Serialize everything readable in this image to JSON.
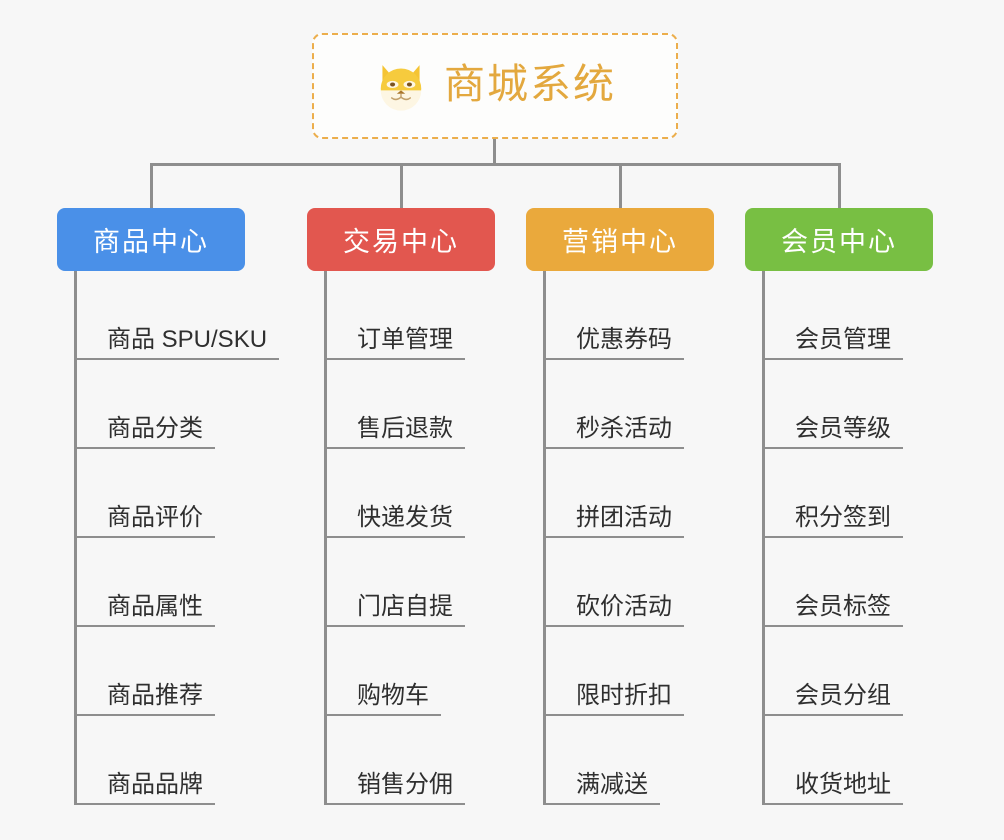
{
  "page": {
    "background_color": "#f7f7f7",
    "line_color": "#8e8e8e"
  },
  "root": {
    "title": "商城系统",
    "emoji_name": "shiba-dog-face-emoji",
    "text_color": "#e3a83e",
    "border_color": "#ecae4c",
    "background_color": "#fdfdfc"
  },
  "categories": [
    {
      "label": "商品中心",
      "color": "#4a90e8",
      "items": [
        "商品 SPU/SKU",
        "商品分类",
        "商品评价",
        "商品属性",
        "商品推荐",
        "商品品牌"
      ]
    },
    {
      "label": "交易中心",
      "color": "#e2574f",
      "items": [
        "订单管理",
        "售后退款",
        "快递发货",
        "门店自提",
        "购物车",
        "销售分佣"
      ]
    },
    {
      "label": "营销中心",
      "color": "#eaa93c",
      "items": [
        "优惠券码",
        "秒杀活动",
        "拼团活动",
        "砍价活动",
        "限时折扣",
        "满减送"
      ]
    },
    {
      "label": "会员中心",
      "color": "#78bf43",
      "items": [
        "会员管理",
        "会员等级",
        "积分签到",
        "会员标签",
        "会员分组",
        "收货地址"
      ]
    }
  ]
}
